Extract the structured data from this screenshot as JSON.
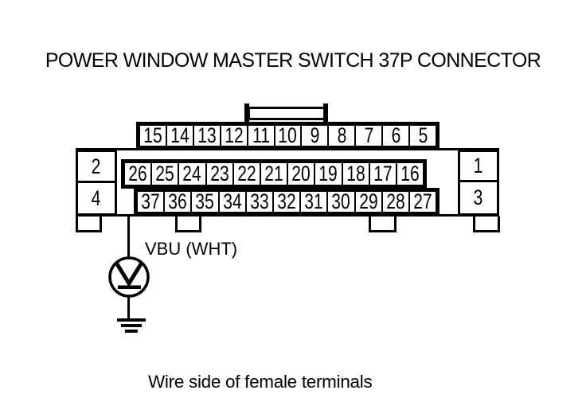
{
  "title": "POWER WINDOW MASTER SWITCH 37P CONNECTOR",
  "caption": "Wire side of female terminals",
  "connector": {
    "name": "power-window-master-switch-37p",
    "top_row_pins": [
      "15",
      "14",
      "13",
      "12",
      "11",
      "10",
      "9",
      "8",
      "7",
      "6",
      "5"
    ],
    "middle_row_pins": [
      "26",
      "25",
      "24",
      "23",
      "22",
      "21",
      "20",
      "19",
      "18",
      "17",
      "16"
    ],
    "bottom_row_pins": [
      "37",
      "36",
      "35",
      "34",
      "33",
      "32",
      "31",
      "30",
      "29",
      "28",
      "27"
    ],
    "left_pins": [
      "2",
      "4"
    ],
    "right_pins": [
      "1",
      "3"
    ]
  },
  "probe": {
    "wire_label": "VBU (WHT)",
    "meter_symbol": "V",
    "source_pin": "26",
    "ground": true
  },
  "colors": {
    "line": "#000000",
    "background": "#ffffff"
  }
}
